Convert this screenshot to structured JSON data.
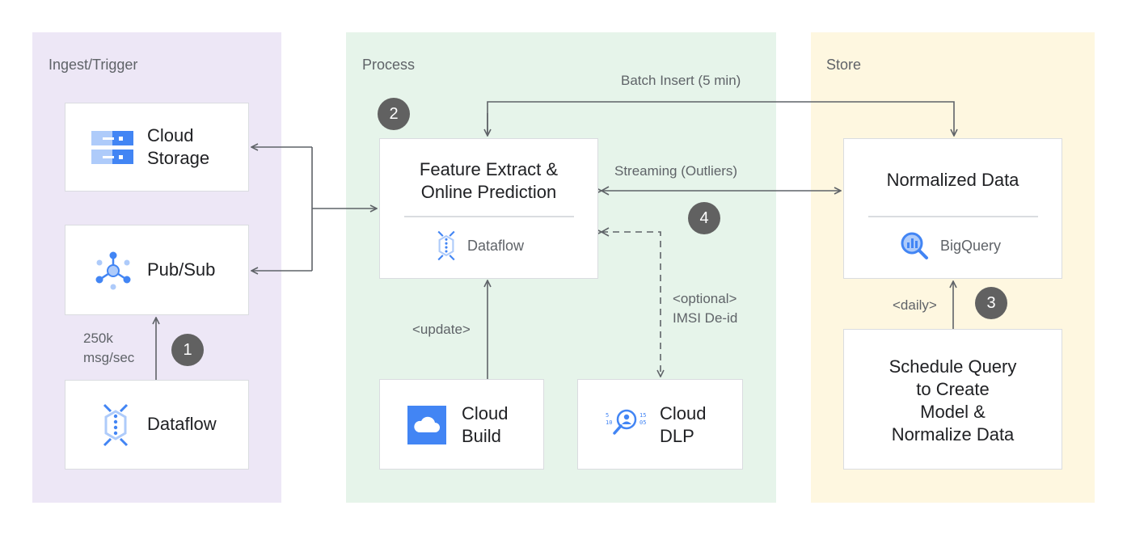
{
  "sections": {
    "ingest": {
      "label": "Ingest/Trigger",
      "color": "#ede7f6"
    },
    "process": {
      "label": "Process",
      "color": "#e6f4ea"
    },
    "store": {
      "label": "Store",
      "color": "#fef7e0"
    }
  },
  "cards": {
    "cloud_storage": {
      "line1": "Cloud",
      "line2": "Storage",
      "icon": "cloud-storage-icon"
    },
    "pubsub": {
      "label": "Pub/Sub",
      "icon": "pubsub-icon"
    },
    "dataflow_ingest": {
      "label": "Dataflow",
      "icon": "dataflow-icon"
    },
    "feature_extract": {
      "line1": "Feature Extract &",
      "line2": "Online Prediction",
      "service": "Dataflow",
      "icon": "dataflow-icon"
    },
    "cloud_build": {
      "line1": "Cloud",
      "line2": "Build",
      "icon": "cloud-build-icon"
    },
    "cloud_dlp": {
      "line1": "Cloud",
      "line2": "DLP",
      "icon": "cloud-dlp-icon"
    },
    "normalized_data": {
      "title": "Normalized Data",
      "service": "BigQuery",
      "icon": "bigquery-icon"
    },
    "schedule_query": {
      "line1": "Schedule Query",
      "line2": "to Create",
      "line3": "Model &",
      "line4": "Normalize Data"
    }
  },
  "labels": {
    "throughput_1": "250k",
    "throughput_2": "msg/sec",
    "batch_insert": "Batch Insert (5 min)",
    "streaming": "Streaming (Outliers)",
    "update": "<update>",
    "optional_1": "<optional>",
    "optional_2": "IMSI De-id",
    "daily": "<daily>"
  },
  "badges": {
    "b1": "1",
    "b2": "2",
    "b3": "3",
    "b4": "4"
  },
  "colors": {
    "google_blue": "#4285f4",
    "light_blue": "#aecbfa",
    "arrow": "#5f6368",
    "badge": "#616161"
  }
}
